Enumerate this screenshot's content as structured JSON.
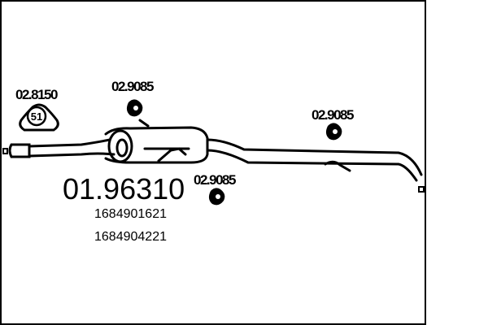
{
  "main_part_number": "01.96310",
  "oem_numbers": [
    "1684901621",
    "1684904221"
  ],
  "accessories": [
    {
      "code": "02.8150",
      "type": "clamp",
      "badge": "51"
    },
    {
      "code": "02.9085",
      "type": "rubber-mount"
    },
    {
      "code": "02.9085",
      "type": "rubber-mount"
    },
    {
      "code": "02.9085",
      "type": "rubber-mount"
    }
  ],
  "colors": {
    "line": "#000000",
    "background": "#ffffff"
  }
}
